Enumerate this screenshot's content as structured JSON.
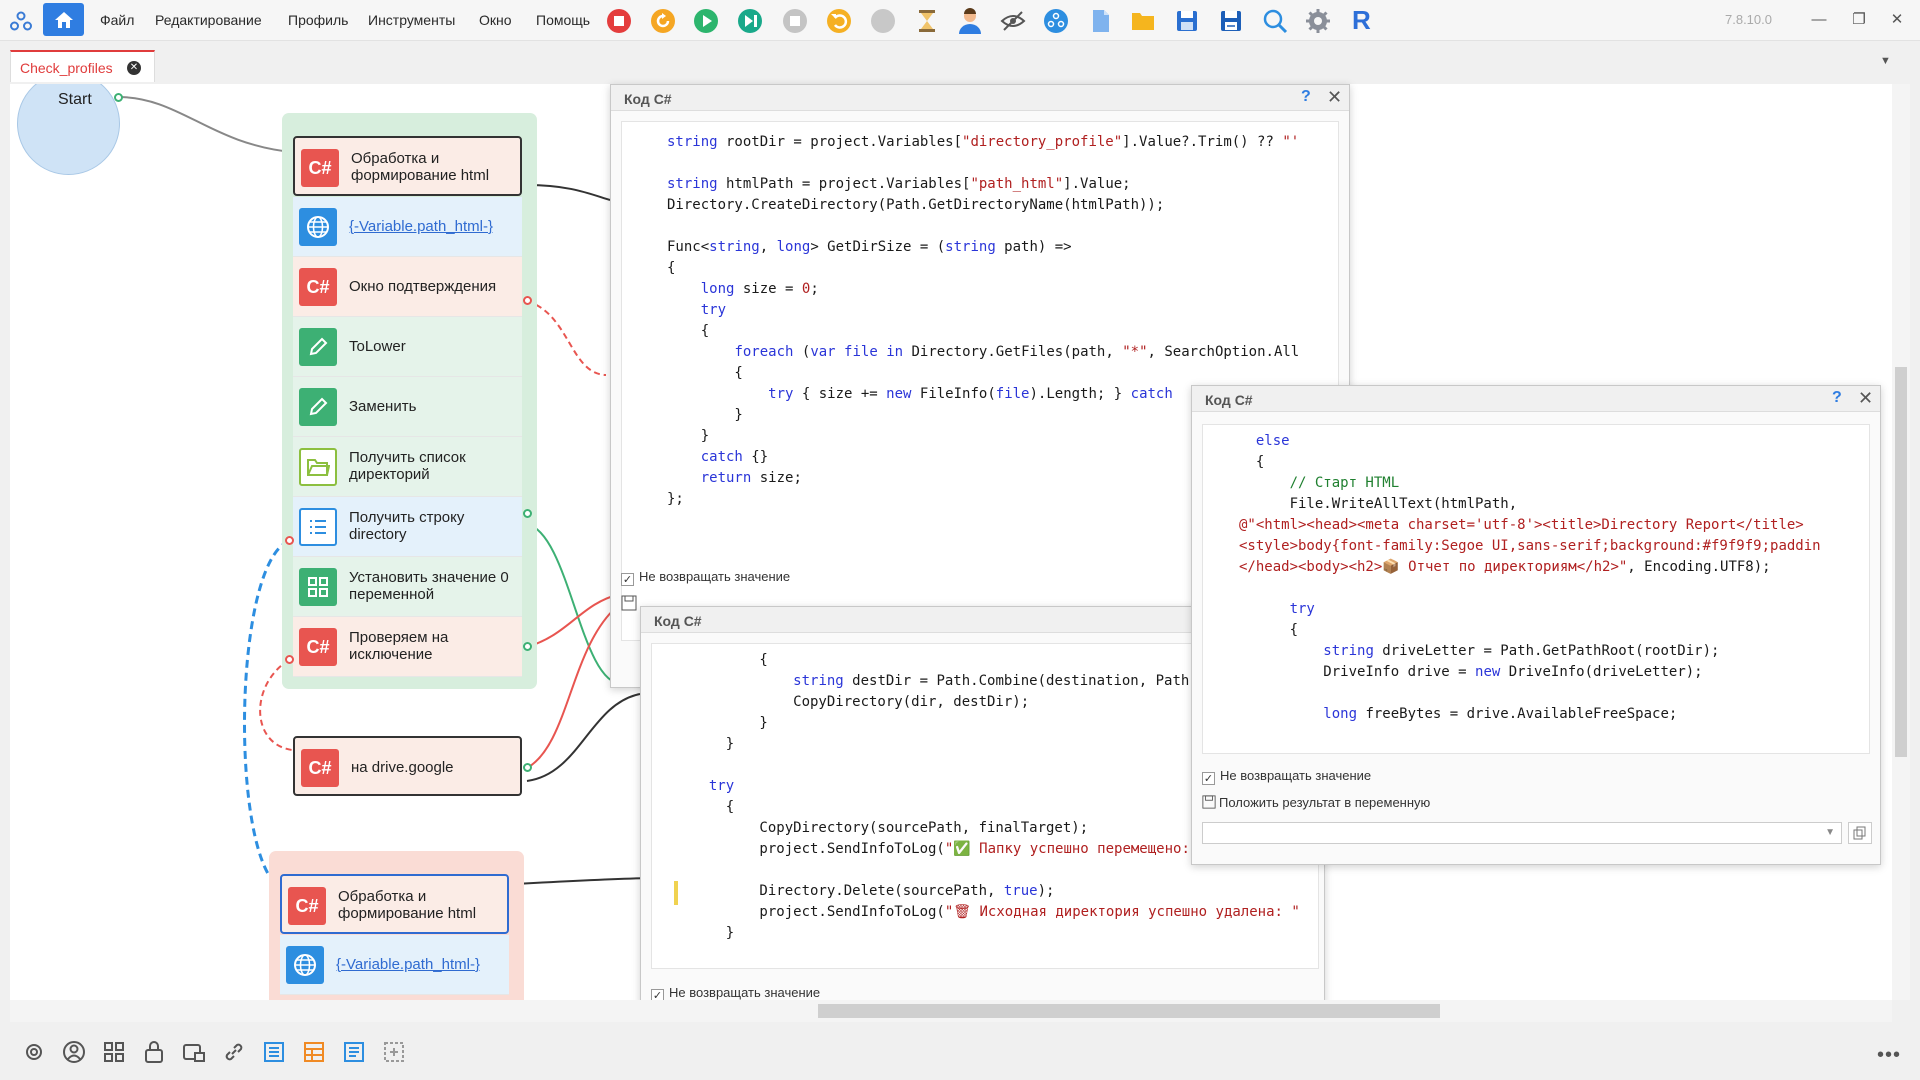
{
  "app": {
    "version": "7.8.10.0",
    "menu": [
      "Файл",
      "Редактирование",
      "Профиль",
      "Инструменты",
      "Окно",
      "Помощь"
    ],
    "toolbar_icons": [
      "stop-icon",
      "refresh-icon",
      "play-icon",
      "step-icon",
      "pause-icon",
      "undo-icon",
      "record-icon",
      "hourglass-icon",
      "user-icon",
      "eye-off-icon",
      "network-icon",
      "file-icon",
      "folder-icon",
      "save-icon",
      "save-as-icon",
      "search-icon",
      "settings-icon",
      "r-logo-icon"
    ],
    "r_letter": "R",
    "window_controls": [
      "—",
      "❐",
      "✕"
    ]
  },
  "tabs": [
    {
      "label": "Check_profiles",
      "active": true
    }
  ],
  "canvas": {
    "start_label": "Start",
    "nodes_group": [
      {
        "label": "Обработка и формирование html",
        "icon": "C#"
      },
      {
        "label": "{-Variable.path_html-}",
        "icon": "globe"
      },
      {
        "label": "Окно подтверждения",
        "icon": "C#"
      },
      {
        "label": "ToLower",
        "icon": "pencil"
      },
      {
        "label": "Заменить",
        "icon": "pencil"
      },
      {
        "label": "Получить список директорий",
        "icon": "folder"
      },
      {
        "label": "Получить строку directory",
        "icon": "list"
      },
      {
        "label": "Установить значение 0 переменной",
        "icon": "grid"
      },
      {
        "label": "Проверяем на исключение",
        "icon": "C#"
      }
    ],
    "node_drive": {
      "label": "на drive.google",
      "icon": "C#"
    },
    "nodes_group2": [
      {
        "label": "Обработка и формирование html",
        "icon": "C#"
      },
      {
        "label": "{-Variable.path_html-}",
        "icon": "globe"
      }
    ]
  },
  "dialogs": {
    "d1": {
      "title": "Код C#",
      "help": "?",
      "close": "✕",
      "lines": [
        [
          [
            "pl",
            "string"
          ],
          [
            "",
            " rootDir = project.Variables["
          ],
          [
            "st",
            "\"directory_profile\""
          ],
          [
            "",
            "].Value?.Trim() ?? "
          ],
          [
            "st",
            "\"'"
          ]
        ],
        [],
        [
          [
            "kw",
            "string"
          ],
          [
            "",
            " htmlPath = project.Variables["
          ],
          [
            "st",
            "\"path_html\""
          ],
          [
            "",
            "].Value;"
          ]
        ],
        [
          [
            "",
            "Directory.CreateDirectory(Path.GetDirectoryName(htmlPath));"
          ]
        ],
        [],
        [
          [
            "",
            "Func<"
          ],
          [
            "kw",
            "string"
          ],
          [
            "",
            ", "
          ],
          [
            "kw",
            "long"
          ],
          [
            "",
            "> GetDirSize = ("
          ],
          [
            "kw",
            "string"
          ],
          [
            "",
            " path) =>"
          ]
        ],
        [
          [
            "",
            "{"
          ]
        ],
        [
          [
            "",
            "    "
          ],
          [
            "kw",
            "long"
          ],
          [
            "",
            " size = "
          ],
          [
            "st",
            "0"
          ],
          [
            "",
            ";"
          ]
        ],
        [
          [
            "",
            "    "
          ],
          [
            "kw",
            "try"
          ]
        ],
        [
          [
            "",
            "    {"
          ]
        ],
        [
          [
            "",
            "        "
          ],
          [
            "kw",
            "foreach"
          ],
          [
            "",
            " ("
          ],
          [
            "kw",
            "var"
          ],
          [
            "",
            " "
          ],
          [
            "kw",
            "file"
          ],
          [
            "",
            " "
          ],
          [
            "kw",
            "in"
          ],
          [
            "",
            " Directory.GetFiles(path, "
          ],
          [
            "st",
            "\"*\""
          ],
          [
            "",
            ", SearchOption.All"
          ]
        ],
        [
          [
            "",
            "        {"
          ]
        ],
        [
          [
            "",
            "            "
          ],
          [
            "kw",
            "try"
          ],
          [
            "",
            " { size += "
          ],
          [
            "kw",
            "new"
          ],
          [
            "",
            " FileInfo("
          ],
          [
            "kw",
            "file"
          ],
          [
            "",
            ").Length; } "
          ],
          [
            "kw",
            "catch"
          ]
        ],
        [
          [
            "",
            "        }"
          ]
        ],
        [
          [
            "",
            "    }"
          ]
        ],
        [
          [
            "",
            "    "
          ],
          [
            "kw",
            "catch"
          ],
          [
            "",
            " {}"
          ]
        ],
        [
          [
            "",
            "    "
          ],
          [
            "kw",
            "return"
          ],
          [
            "",
            " size;"
          ]
        ],
        [
          [
            "",
            "};"
          ]
        ]
      ],
      "no_return_label": "Не возвращать значение"
    },
    "d2": {
      "title": "Код C#",
      "lines": [
        [
          [
            "",
            "        {"
          ]
        ],
        [
          [
            "",
            "            "
          ],
          [
            "kw",
            "string"
          ],
          [
            "",
            " destDir = Path.Combine(destination, Path.G"
          ]
        ],
        [
          [
            "",
            "            CopyDirectory(dir, destDir);"
          ]
        ],
        [
          [
            "",
            "        }"
          ]
        ],
        [
          [
            "",
            "    }"
          ]
        ],
        [],
        [
          [
            "",
            "  "
          ],
          [
            "kw",
            "try"
          ]
        ],
        [
          [
            "",
            "    {"
          ]
        ],
        [
          [
            "",
            "        CopyDirectory(sourcePath, finalTarget);"
          ]
        ],
        [
          [
            "",
            "        project.SendInfoToLog("
          ],
          [
            "st",
            "\"✅ Папку успешно перемещено: \""
          ]
        ],
        [],
        [
          [
            "",
            "        Directory.Delete(sourcePath, "
          ],
          [
            "kw",
            "true"
          ],
          [
            "",
            ");"
          ]
        ],
        [
          [
            "",
            "        project.SendInfoToLog("
          ],
          [
            "st",
            "\"🗑 Исходная директория успешно удалена: \""
          ]
        ],
        [
          [
            "",
            "    }"
          ]
        ]
      ],
      "no_return_label": "Не возвращать значение"
    },
    "d3": {
      "title": "Код C#",
      "help": "?",
      "close": "✕",
      "lines": [
        [
          [
            "",
            "  "
          ],
          [
            "kw",
            "else"
          ]
        ],
        [
          [
            "",
            "  {"
          ]
        ],
        [
          [
            "",
            "      "
          ],
          [
            "cm",
            "// Старт HTML"
          ]
        ],
        [
          [
            "",
            "      File.WriteAllText(htmlPath,"
          ]
        ],
        [
          [
            "st",
            "@\"<html><head><meta charset='utf-8'><title>Directory Report</title>"
          ]
        ],
        [
          [
            "st",
            "<style>body{font-family:Segoe UI,sans-serif;background:#f9f9f9;paddin"
          ]
        ],
        [
          [
            "st",
            "</head><body><h2>📦 Отчет по директориям</h2>\""
          ],
          [
            "",
            ", Encoding.UTF8);"
          ]
        ],
        [],
        [
          [
            "",
            "      "
          ],
          [
            "kw",
            "try"
          ]
        ],
        [
          [
            "",
            "      {"
          ]
        ],
        [
          [
            "",
            "          "
          ],
          [
            "kw",
            "string"
          ],
          [
            "",
            " driveLetter = Path.GetPathRoot(rootDir);"
          ]
        ],
        [
          [
            "",
            "          DriveInfo drive = "
          ],
          [
            "kw",
            "new"
          ],
          [
            "",
            " DriveInfo(driveLetter);"
          ]
        ],
        [],
        [
          [
            "",
            "          "
          ],
          [
            "kw",
            "long"
          ],
          [
            "",
            " freeBytes = drive.AvailableFreeSpace;"
          ]
        ]
      ],
      "no_return_label": "Не возвращать значение",
      "save_result_label": "Положить результат в переменную"
    }
  },
  "statusbar_icons": [
    "settings-icon",
    "user-circle-icon",
    "grid-icon",
    "lock-icon",
    "image-lock-icon",
    "link-icon",
    "list-icon",
    "table-icon",
    "list-alt-icon",
    "add-box-icon"
  ],
  "more": "•••"
}
